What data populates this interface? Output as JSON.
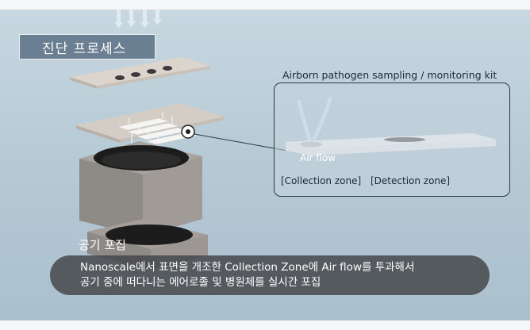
{
  "section_title": "진단 프로세스",
  "kit": {
    "title": "Airborn pathogen sampling / monitoring kit",
    "airflow_label": "Air flow",
    "collection_zone_label": "[Collection zone]",
    "detection_zone_label": "[Detection zone]"
  },
  "caption": {
    "title": "공기 포집",
    "line1": "Nanoscale에서 표면을 개조한 Collection Zone에 Air flow를 투과해서",
    "line2": "공기 중에 떠다니는 에어로졸 및 병원체를 실시간 포집"
  },
  "colors": {
    "background": "#b7cbd6",
    "title_box": "#6a7f92",
    "plate": "#d9d2cb",
    "block": "#8c8884",
    "caption_box": "#46484c",
    "airflow_arrow": "#dce9f3"
  }
}
